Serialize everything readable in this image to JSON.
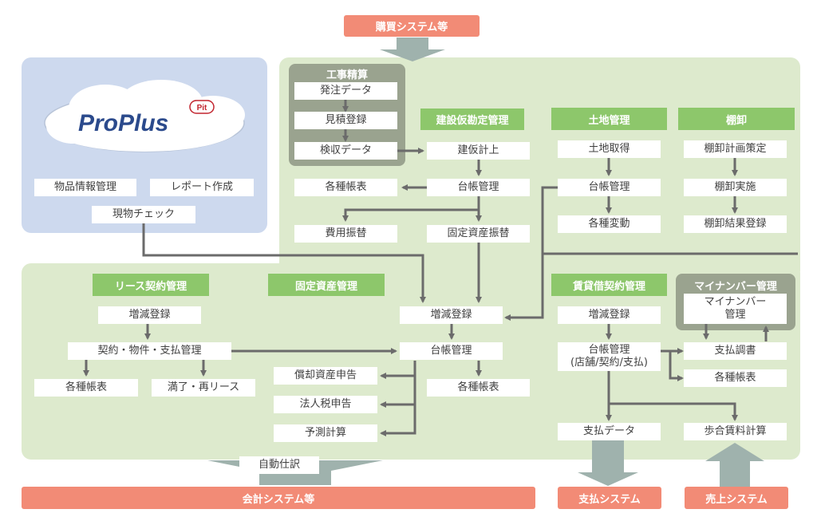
{
  "external": {
    "purchase": "購買システム等",
    "accounting": "会計システム等",
    "payment_system": "支払システム",
    "sales_system": "売上システム"
  },
  "proplus": {
    "logo_text": "ProPlus",
    "logo_badge": "Pit",
    "items": [
      "物品情報管理",
      "レポート作成",
      "現物チェック"
    ]
  },
  "construction_estimate": {
    "title": "工事精算",
    "items": [
      "発注データ",
      "見積登録",
      "検収データ"
    ]
  },
  "cip": {
    "title": "建設仮勘定管理",
    "items": [
      "建仮計上",
      "台帳管理",
      "固定資産振替"
    ]
  },
  "left_misc": {
    "reports": "各種帳表",
    "expense": "費用振替"
  },
  "land": {
    "title": "土地管理",
    "items": [
      "土地取得",
      "台帳管理",
      "各種変動"
    ]
  },
  "inventory": {
    "title": "棚卸",
    "items": [
      "棚卸計画策定",
      "棚卸実施",
      "棚卸結果登録"
    ]
  },
  "lease": {
    "title": "リース契約管理",
    "items": [
      "増減登録",
      "契約・物件・支払管理",
      "各種帳表",
      "満了・再リース"
    ]
  },
  "fixed_asset": {
    "title": "固定資産管理",
    "items": [
      "増減登録",
      "台帳管理",
      "償却資産申告",
      "法人税申告",
      "予測計算",
      "各種帳表"
    ]
  },
  "rental": {
    "title": "賃貸借契約管理",
    "items": [
      "増減登録",
      "台帳管理\n(店舗/契約/支払)",
      "支払データ",
      "支払調書",
      "各種帳表",
      "歩合賃料計算"
    ]
  },
  "mynumber": {
    "title": "マイナンバー管理",
    "item": "マイナンバー\n管理"
  },
  "auto_journal": "自動仕訳"
}
